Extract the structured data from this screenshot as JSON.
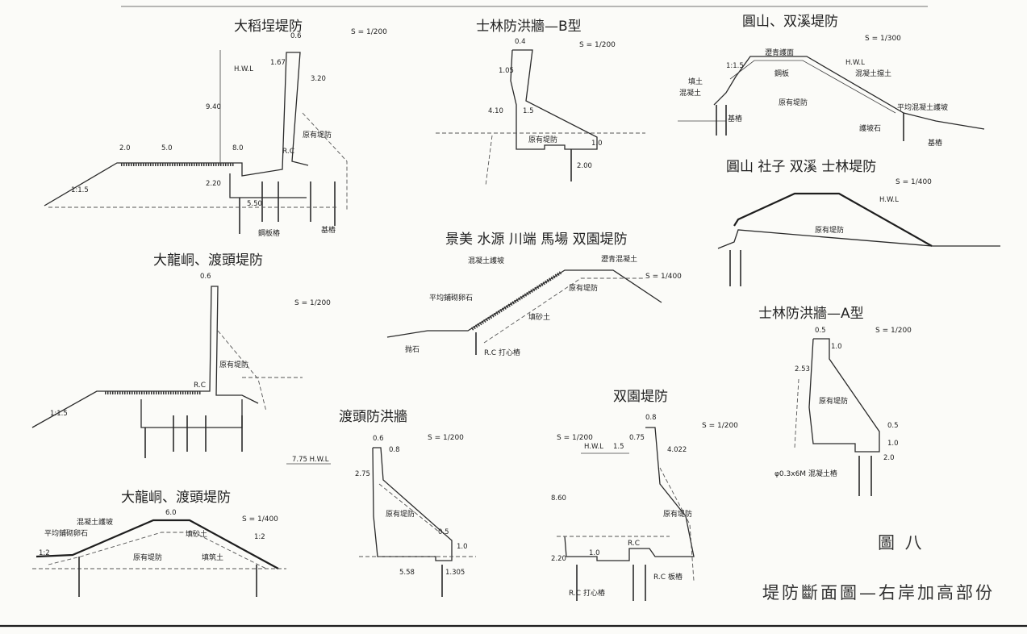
{
  "sheet": {
    "title": "堤防斷面圖—右岸加高部份",
    "figure_no": "圖 八"
  },
  "sections": [
    {
      "title": "大稻埕堤防",
      "scale": "S = 1/200",
      "dims": {
        "top": "0.6",
        "d1": "1.67",
        "d2": "3.20",
        "height": "9.40",
        "w1": "2.0",
        "w2": "5.0",
        "w3": "8.0",
        "base": "2.20",
        "footing": "5.50",
        "hwl": "H.W.L"
      },
      "labels": {
        "rc": "R.C",
        "orig": "原有堤防",
        "pile": "鋼板樁",
        "foundation": "基樁",
        "slope": "1:1.5"
      }
    },
    {
      "title": "士林防洪牆—B型",
      "scale": "S = 1/200",
      "dims": {
        "top": "0.4",
        "d1": "1.05",
        "height": "4.10",
        "step": "1.5",
        "base": "2.00",
        "d2": "1.0"
      },
      "labels": {
        "orig": "原有堤防"
      }
    },
    {
      "title": "圓山、双溪堤防",
      "scale": "S = 1/300",
      "labels": {
        "a": "填土",
        "b": "混凝土",
        "c": "鋼板",
        "d": "瀝青護面",
        "e": "混凝土擋土",
        "f": "基樁",
        "g": "原有堤防",
        "h": "平均混凝土護坡",
        "i": "護坡石",
        "j": "基樁",
        "hwl": "H.W.L",
        "slope": "1:1.5"
      }
    },
    {
      "title": "圓山 社子 双溪 士林堤防",
      "scale": "S = 1/400",
      "labels": {
        "orig": "原有堤防",
        "hwl": "H.W.L"
      }
    },
    {
      "title": "景美 水源 川端 馬場 双園堤防",
      "scale": "S = 1/400",
      "labels": {
        "a": "混凝土護坡",
        "b": "瀝青混凝土",
        "c": "原有堤防",
        "d": "平均鋪砌卵石",
        "e": "填砂土",
        "f": "抛石",
        "g": "R.C 打心樁"
      }
    },
    {
      "title": "大龍峒、渡頭堤防",
      "scale": "S = 1/200",
      "dims": {
        "top": "0.6",
        "slope": "1:1.5"
      },
      "labels": {
        "rc": "R.C",
        "orig": "原有堤防"
      }
    },
    {
      "title": "士林防洪牆—A型",
      "scale": "S = 1/200",
      "dims": {
        "top": "0.5",
        "height": "2.53",
        "d1": "1.0",
        "d2": "0.5",
        "d3": "1.0",
        "d4": "2.0"
      },
      "labels": {
        "orig": "原有堤防",
        "pile": "φ0.3x6M 混凝土樁"
      }
    },
    {
      "title": "渡頭防洪牆",
      "scale": "S = 1/200",
      "dims": {
        "top": "0.6",
        "d1": "0.8",
        "height": "2.75",
        "d2": "0.5",
        "d3": "1.0",
        "base": "5.58",
        "d4": "1.305",
        "hwl": "7.75 H.W.L"
      },
      "labels": {
        "orig": "原有堤防"
      }
    },
    {
      "title": "双園堤防",
      "scale": "S = 1/200",
      "dims": {
        "top": "0.8",
        "d1": "0.75",
        "d2": "4.022",
        "d3": "1.5",
        "height": "8.60",
        "base": "2.20",
        "d4": "1.0",
        "hwl": "H.W.L"
      },
      "labels": {
        "rc": "R.C",
        "orig": "原有堤防",
        "pile1": "R.C 打心樁",
        "pile2": "R.C 板樁"
      }
    },
    {
      "title": "大龍峒、渡頭堤防",
      "scale": "S = 1/400",
      "dims": {
        "top": "6.0",
        "s1": "1:2",
        "s2": "1:2"
      },
      "labels": {
        "a": "混凝土護坡",
        "b": "平均鋪砌卵石",
        "c": "填砂土",
        "d": "原有堤防",
        "e": "填筑土"
      }
    }
  ]
}
